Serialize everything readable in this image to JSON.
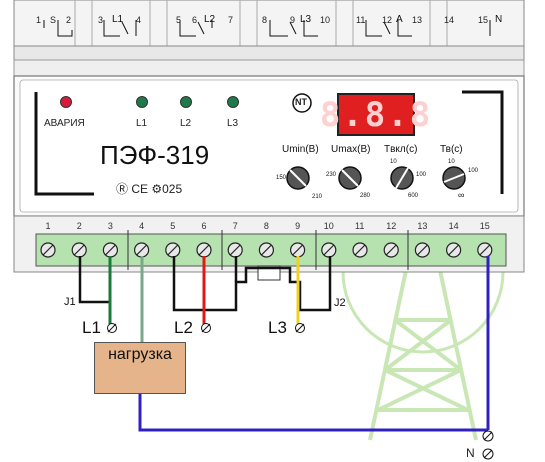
{
  "device": {
    "model_title": "ПЭФ-319",
    "display_value": "8.8.8",
    "alarm_label": "АВАРИЯ",
    "phase_leds": [
      "L1",
      "L2",
      "L3"
    ],
    "cert_marks": "Ⓡ CE ⚙025",
    "logo": "NT"
  },
  "knobs": [
    {
      "label": "Umin(B)",
      "scale_low": "150",
      "scale_high": "210"
    },
    {
      "label": "Umax(B)",
      "scale_low": "230",
      "scale_high": "280"
    },
    {
      "label": "Tвкл(с)",
      "scale_top": "10",
      "scale_right": "100",
      "scale_low": "600"
    },
    {
      "label": "Тв(с)",
      "scale_top": "10",
      "scale_right": "100",
      "scale_low": "∞"
    }
  ],
  "top_terminals": [
    "1",
    "S",
    "2",
    "3",
    "L1",
    "4",
    "5",
    "6",
    "L2",
    "7",
    "8",
    "9",
    "L3",
    "10",
    "11",
    "12",
    "A",
    "13",
    "14",
    "15",
    "N"
  ],
  "bottom_terminals": [
    "1",
    "2",
    "3",
    "4",
    "5",
    "6",
    "7",
    "8",
    "9",
    "10",
    "11",
    "12",
    "13",
    "14",
    "15"
  ],
  "jumpers": [
    "J1",
    "J2"
  ],
  "wires": {
    "phase_labels": [
      "L1",
      "L2",
      "L3"
    ],
    "neutral_label": "N",
    "colors": {
      "L1": "#1a7a3a",
      "L2": "#e01818",
      "L3": "#f0d020",
      "load": "#7aa88a",
      "neutral": "#3020c0",
      "jumper": "#111111"
    }
  },
  "load": {
    "label": "нагрузка"
  },
  "colors": {
    "led_alarm": "#d81b3c",
    "led_phase": "#1e7a4a",
    "display_bg": "#e02020",
    "terminal_block": "#b6e2b0",
    "watermark": "#bfe3a8"
  }
}
